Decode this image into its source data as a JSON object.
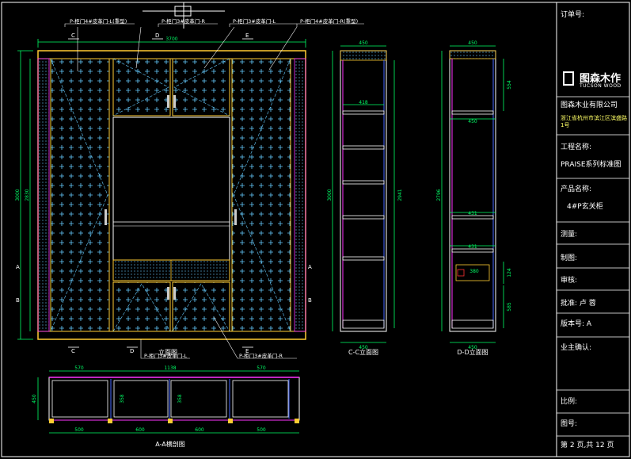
{
  "colors": {
    "background": "#000000",
    "frame": "#ffffff",
    "cabinet": "#ffcc33",
    "panel_pattern": "#66ccff",
    "dimension": "#00ff66",
    "annotation": "#ffffff",
    "magenta": "#ff33ff",
    "blue": "#4466ff",
    "red": "#ff3333"
  },
  "title_block": {
    "order_no": "订单号:",
    "company_name": "图森木作",
    "company_en": "TUCSON WOOD",
    "company_full": "图森木业有限公司",
    "address": "浙江省杭州市滨江区滨盛路1号",
    "project_label": "工程名称:",
    "project_value": "PRAISE系列标准图",
    "product_label": "产品名称:",
    "product_value": "4#P玄关柜",
    "measure": "测量:",
    "drawn": "制图:",
    "checked": "审核:",
    "approved": "批准: 卢  蓉",
    "version": "版本号:  A",
    "owner_confirm": "业主确认:",
    "scale": "比例:",
    "drawing_no": "图号:",
    "page": "第 2 页,共 12 页"
  },
  "front_view": {
    "title": "立面图",
    "overall_width": "3700",
    "overall_height": "3000",
    "inner_height": "2830",
    "callouts_top": [
      "P-柜门4#皮革门-L(重型)",
      "P-柜门3#皮革门-R",
      "P-柜门3#皮革门-L",
      "P-柜门4#皮革门-R(重型)"
    ],
    "callouts_bottom": [
      "P-柜门3#皮革门-L",
      "P-柜门3#皮革门-R"
    ],
    "section_marks": [
      "C",
      "D",
      "E",
      "A",
      "B"
    ]
  },
  "section_cc": {
    "title": "C-C立面图",
    "top_width": "450",
    "inner_width": "418",
    "bottom_width": "450",
    "height_outer": "3000",
    "height_inner": "2941"
  },
  "section_dd": {
    "title": "D-D立面图",
    "top_width": "450",
    "top_height": "554",
    "shelf_width_1": "450",
    "shelf_width_2": "431",
    "shelf_width_3": "431",
    "drawer_width": "380",
    "height_main": "2796",
    "drawer_height": "124",
    "bottom_height": "585",
    "bottom_width": "450"
  },
  "section_aa": {
    "title": "A-A横剖图",
    "widths_top": [
      "570",
      "1138",
      "570"
    ],
    "widths_bottom": [
      "500",
      "600",
      "600",
      "500"
    ],
    "depth": "450",
    "inner_depth_left": "358",
    "inner_depth_mid": "358"
  }
}
